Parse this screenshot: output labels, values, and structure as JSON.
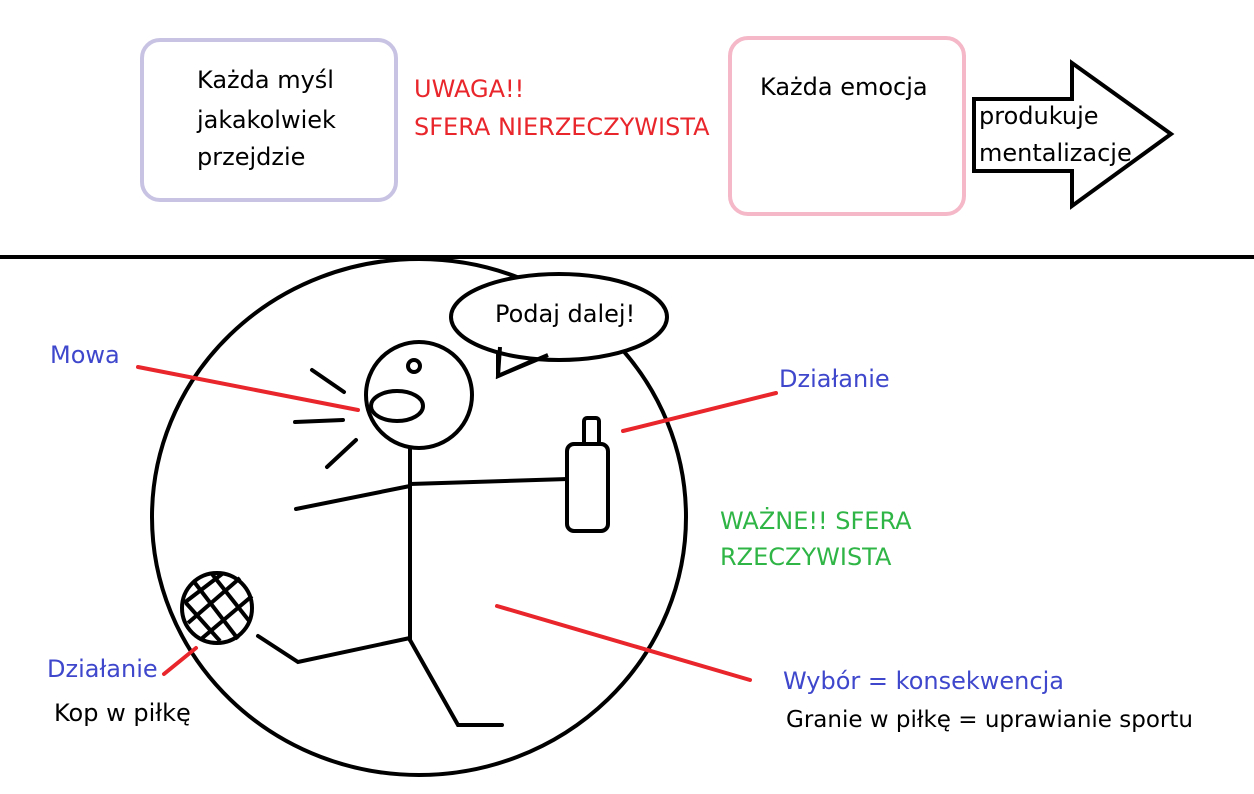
{
  "top": {
    "thought_box": {
      "lines": [
        "Każda myśl",
        "jakakolwiek",
        "przejdzie"
      ],
      "border_color": "#c8c3e3"
    },
    "warning": {
      "lines": [
        "UWAGA!!",
        "SFERA NIERZECZYWISTA"
      ],
      "color": "#e8262b"
    },
    "emotion_box": {
      "label": "Każda emocja",
      "border_color": "#f4b8c8"
    },
    "arrow": {
      "lines": [
        "produkuje",
        "mentalizacje"
      ]
    }
  },
  "bottom": {
    "speech_bubble": "Podaj dalej!",
    "labels": {
      "mowa": "Mowa",
      "dzialanie_bottle": "Działanie",
      "dzialanie_ball": "Działanie",
      "kop": "Kop w piłkę",
      "wybor": "Wybór = konsekwencja",
      "granie": "Granie w piłkę = uprawianie sportu"
    },
    "important": {
      "lines": [
        "WAŻNE!! SFERA",
        "RZECZYWISTA"
      ],
      "color": "#2fb545"
    },
    "colors": {
      "label_blue": "#3f48cc",
      "pointer_red": "#e8262b",
      "ink": "#000000"
    }
  }
}
